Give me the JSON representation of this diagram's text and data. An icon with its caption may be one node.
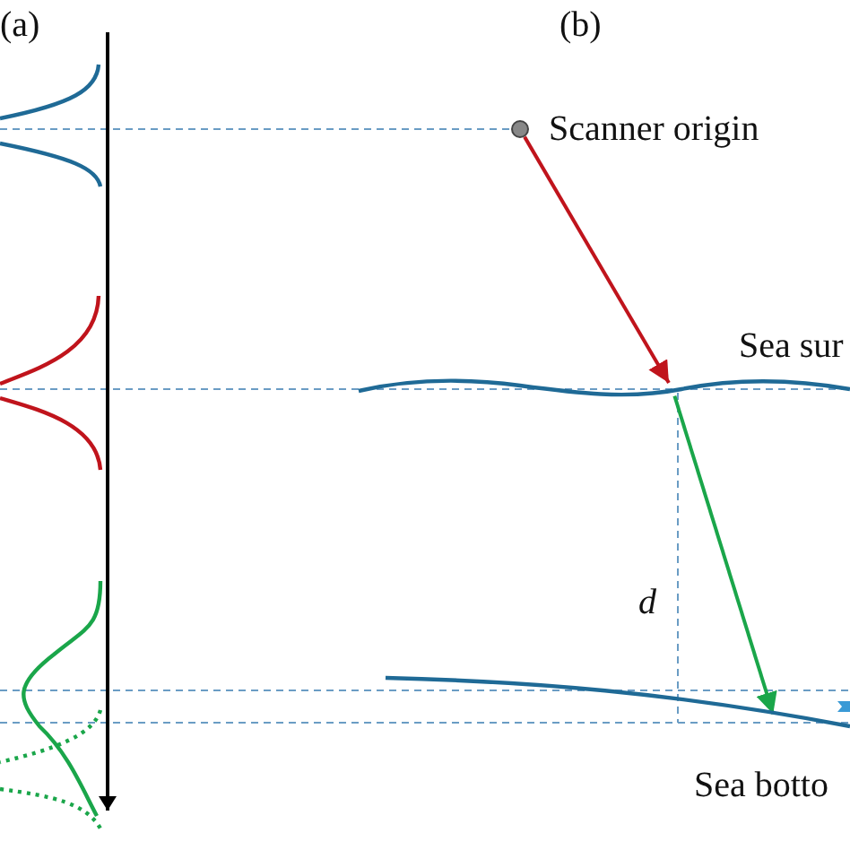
{
  "diagram": {
    "nodes": [
      {
        "text": [],
        "shape": "circle",
        "beside": [
          "Scanner origin"
        ]
      },
      {
        "text": [],
        "shape": "line",
        "beside": [
          "Sea sur"
        ]
      },
      {
        "text": [],
        "shape": "line",
        "beside": [
          "Sea botto"
        ]
      }
    ],
    "edges": [
      {
        "from": 0,
        "to": 1,
        "arrow": "to",
        "color": "#c0141c"
      },
      {
        "from": 1,
        "to": 2,
        "arrow": "to",
        "color": "#1aa64a"
      }
    ],
    "labels": [
      "(a)",
      "(b)",
      "d"
    ]
  }
}
